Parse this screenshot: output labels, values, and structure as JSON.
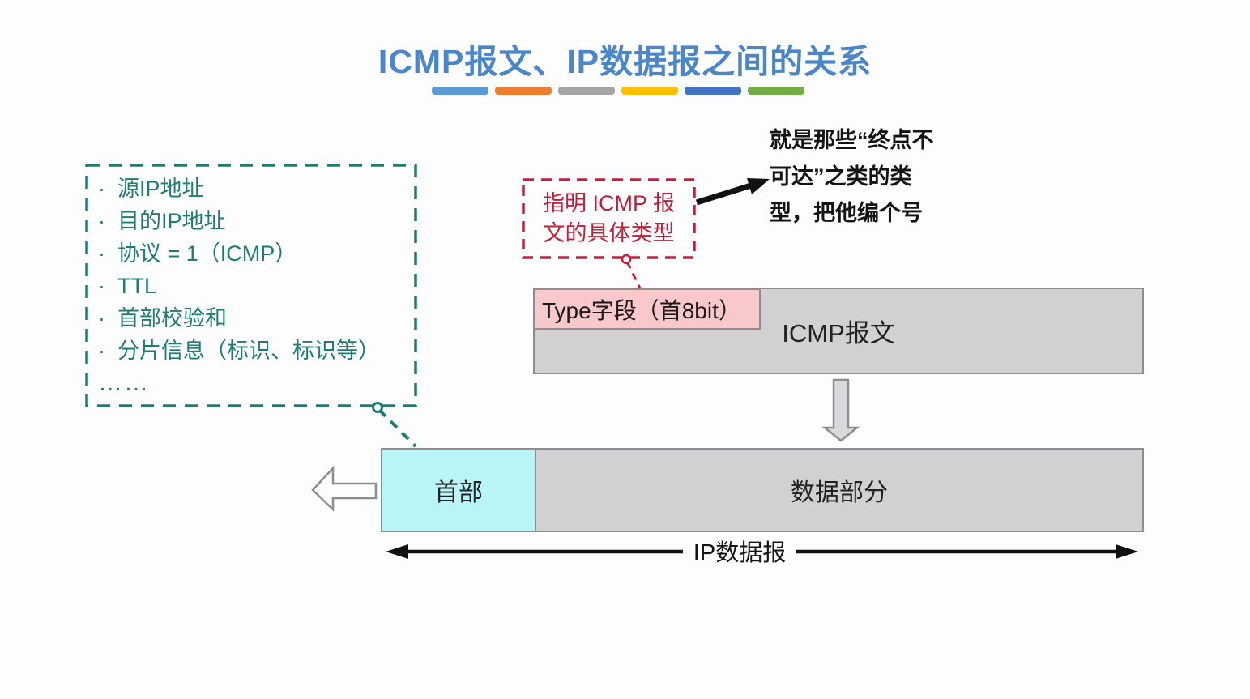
{
  "title": {
    "text": "ICMP报文、IP数据报之间的关系",
    "color": "#4A86C8"
  },
  "accent_bar": {
    "colors": [
      "#5B9BD5",
      "#ED7D31",
      "#A5A5A5",
      "#FFC000",
      "#4472C4",
      "#70AD47"
    ]
  },
  "ip_header_note": {
    "bullet": "·",
    "items": [
      "源IP地址",
      "目的IP地址",
      "协议 = 1（ICMP）",
      "TTL",
      "首部校验和",
      "分片信息（标识、标识等）"
    ],
    "ellipsis": "……",
    "color": "#1F7C73"
  },
  "type_callout": {
    "lines": [
      "指明 ICMP 报",
      "文的具体类型"
    ],
    "color": "#C1203C"
  },
  "handwritten_note": {
    "lines": [
      "就是那些“终点不",
      "可达”之类的类",
      "型，把他编个号"
    ]
  },
  "icmp_message_box": {
    "label": "ICMP报文",
    "fill": "#D1D0D2",
    "type_field": {
      "label": "Type字段（首8bit）",
      "fill": "#F8C8CB"
    }
  },
  "ip_datagram_row": {
    "header": {
      "label": "首部",
      "fill": "#B9F5F6"
    },
    "data": {
      "label": "数据部分",
      "fill": "#D1D0D2"
    },
    "span_label": "IP数据报"
  }
}
